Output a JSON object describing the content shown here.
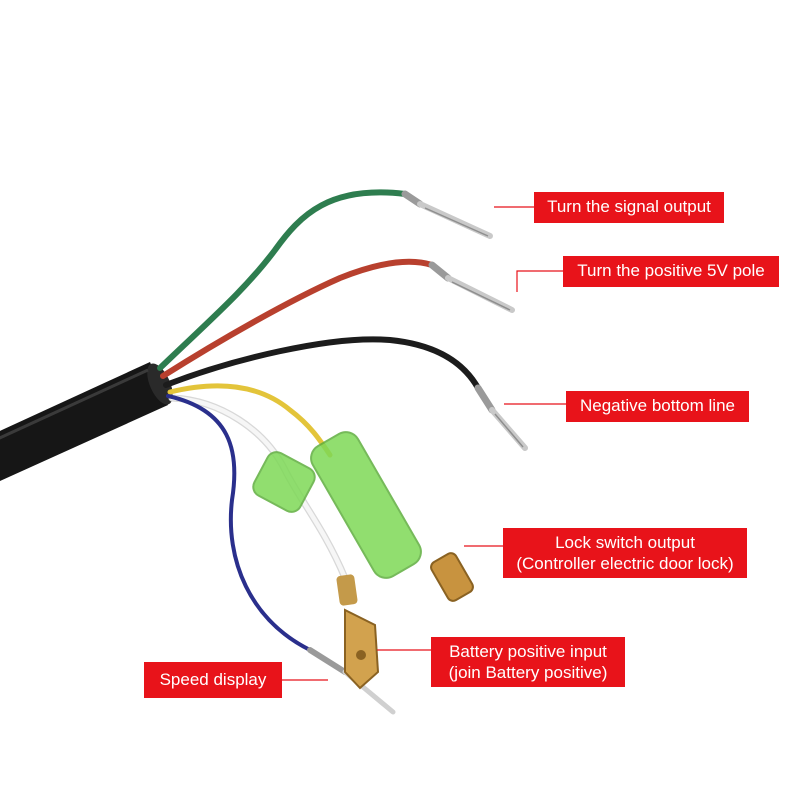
{
  "labels": {
    "signal_output": "Turn the signal output",
    "positive_5v": "Turn the positive 5V pole",
    "negative_bottom": "Negative bottom line",
    "lock_switch_line1": "Lock switch output",
    "lock_switch_line2": "(Controller electric door lock)",
    "battery_line1": "Battery positive input",
    "battery_line2": "(join Battery positive)",
    "speed_display": "Speed display"
  },
  "colors": {
    "label_bg": "#e8131a",
    "label_text": "#ffffff",
    "leader": "#e8131a",
    "wire_green": "#2e7d4f",
    "wire_red": "#b8402e",
    "wire_black": "#1c1c1c",
    "wire_yellow": "#e3c43a",
    "wire_white": "#f4f4f4",
    "wire_blue": "#2a2f8c",
    "sleeve_green": "#7ed957",
    "cable_jacket": "#161616"
  }
}
